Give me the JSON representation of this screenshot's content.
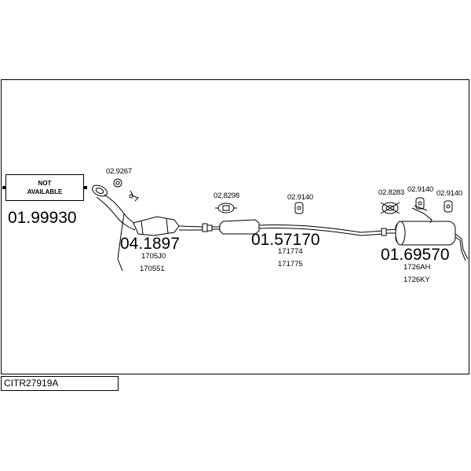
{
  "document_code": "CITR27919A",
  "not_available": {
    "line1": "NOT",
    "line2": "AVAILABLE",
    "part_number": "01.99930"
  },
  "catalyst": {
    "part_number": "04.1897",
    "refs": [
      "1705J0",
      "170551"
    ],
    "clamp_number": "02.9267"
  },
  "middle_silencer": {
    "part_number": "01.57170",
    "refs": [
      "171774",
      "171775"
    ],
    "clamp_number": "02.8298",
    "hanger_number": "02.9140"
  },
  "rear_silencer": {
    "part_number": "01.69570",
    "refs": [
      "1726AH",
      "1726KY"
    ],
    "gasket_number": "02.8283",
    "hanger_number_1": "02.9140",
    "hanger_number_2": "02.9140"
  }
}
